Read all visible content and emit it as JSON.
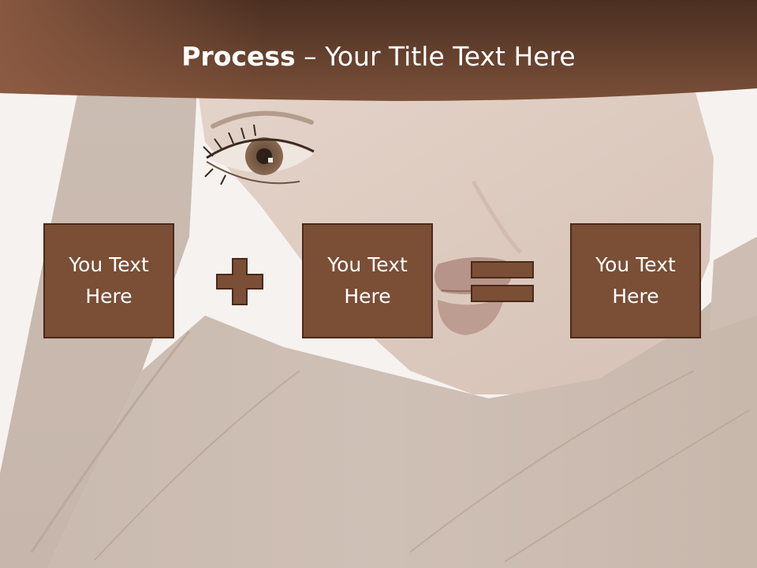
{
  "slide": {
    "title_bold": "Process",
    "title_rest": " – Your Title Text Here"
  },
  "process": {
    "boxes": [
      {
        "label": "You Text\nHere"
      },
      {
        "label": "You Text\nHere"
      },
      {
        "label": "You Text\nHere"
      }
    ],
    "operators": [
      "plus-icon",
      "equals-icon"
    ]
  },
  "colors": {
    "header_dark": "#4a2f22",
    "header_light": "#8a5a42",
    "box_fill": "#7b4e36",
    "box_border": "#4a2a1a",
    "background": "#f6f2ef"
  }
}
